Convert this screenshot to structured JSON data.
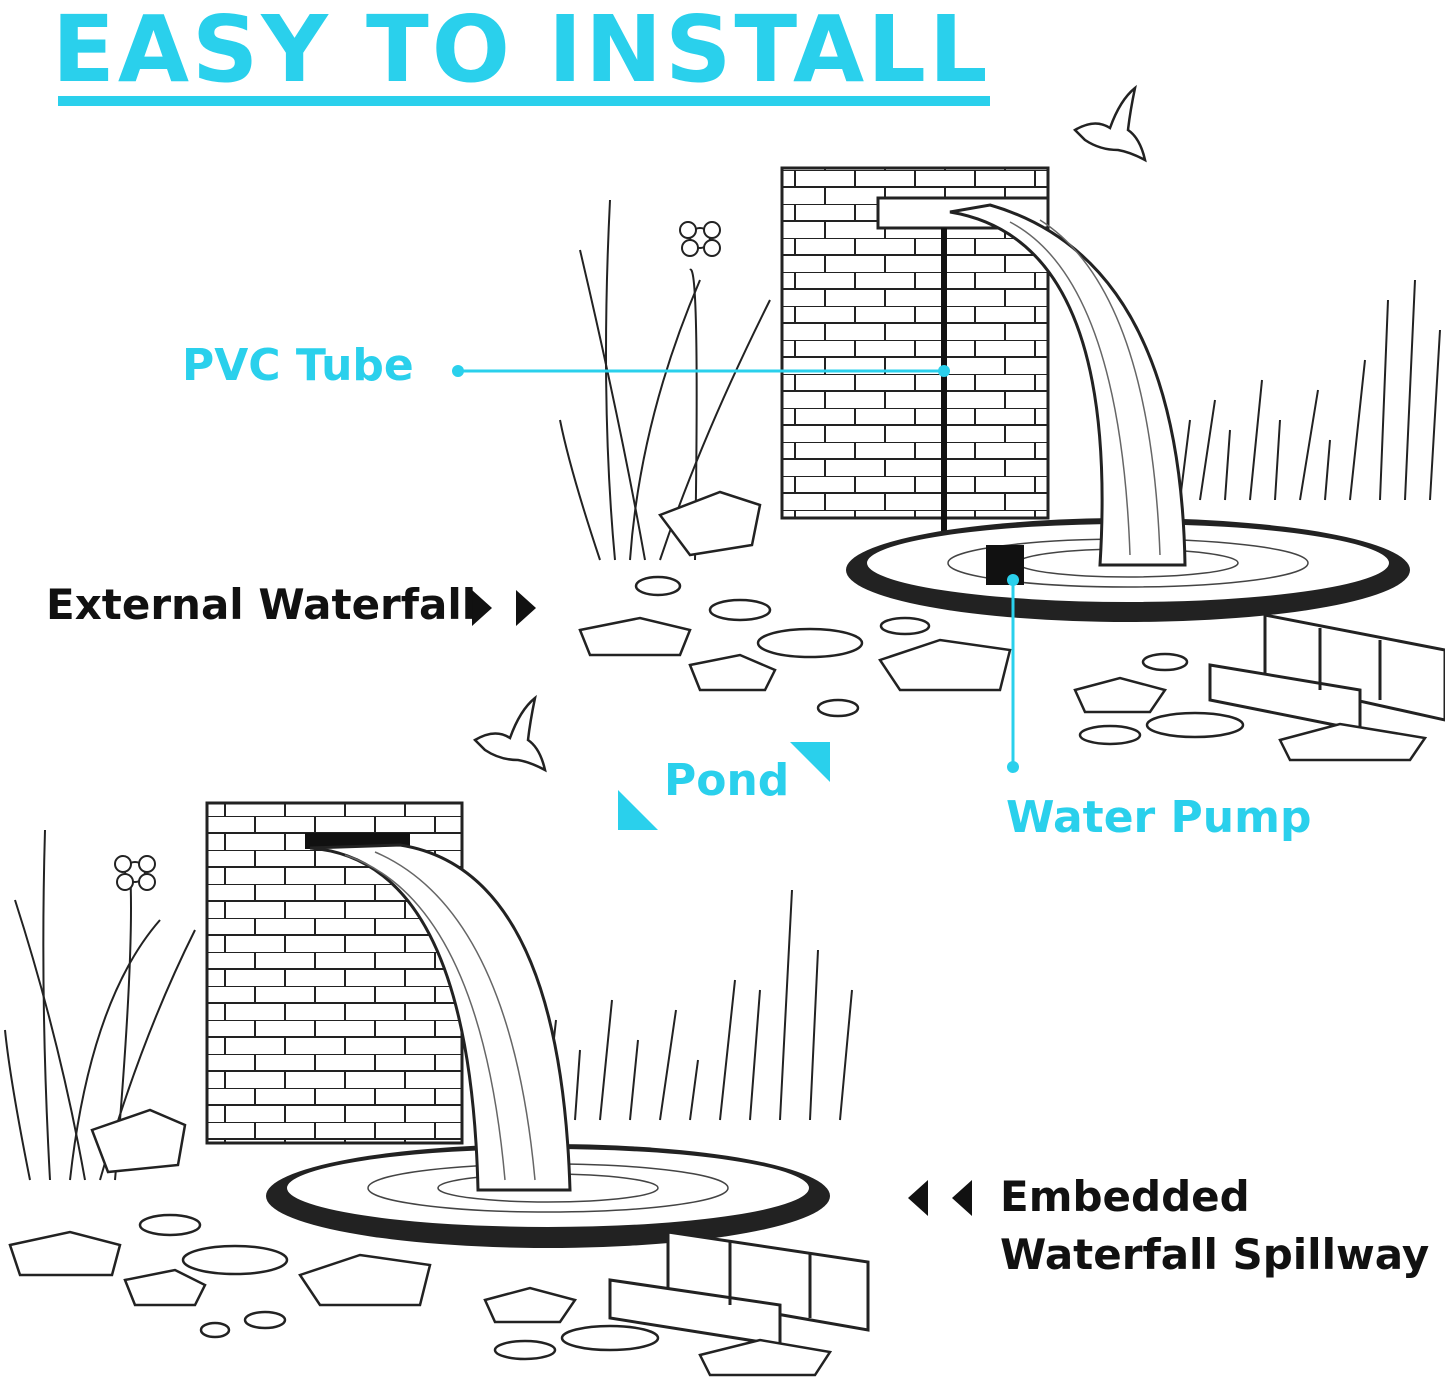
{
  "colors": {
    "accent": "#2ad0ec",
    "ink": "#111111"
  },
  "header": {
    "title": "EASY TO INSTALL"
  },
  "labels": {
    "pvc_tube": "PVC Tube",
    "external_waterfall": "External Waterfall",
    "pond": "Pond",
    "water_pump": "Water Pump",
    "embedded_line1": "Embedded",
    "embedded_line2": "Waterfall Spillway"
  },
  "icons": {
    "right_arrows": "double-right-triangle-icon",
    "left_arrows": "double-left-triangle-icon",
    "pond_arrows": "diagonal-corner-arrows-icon",
    "bird": "bird-icon"
  }
}
